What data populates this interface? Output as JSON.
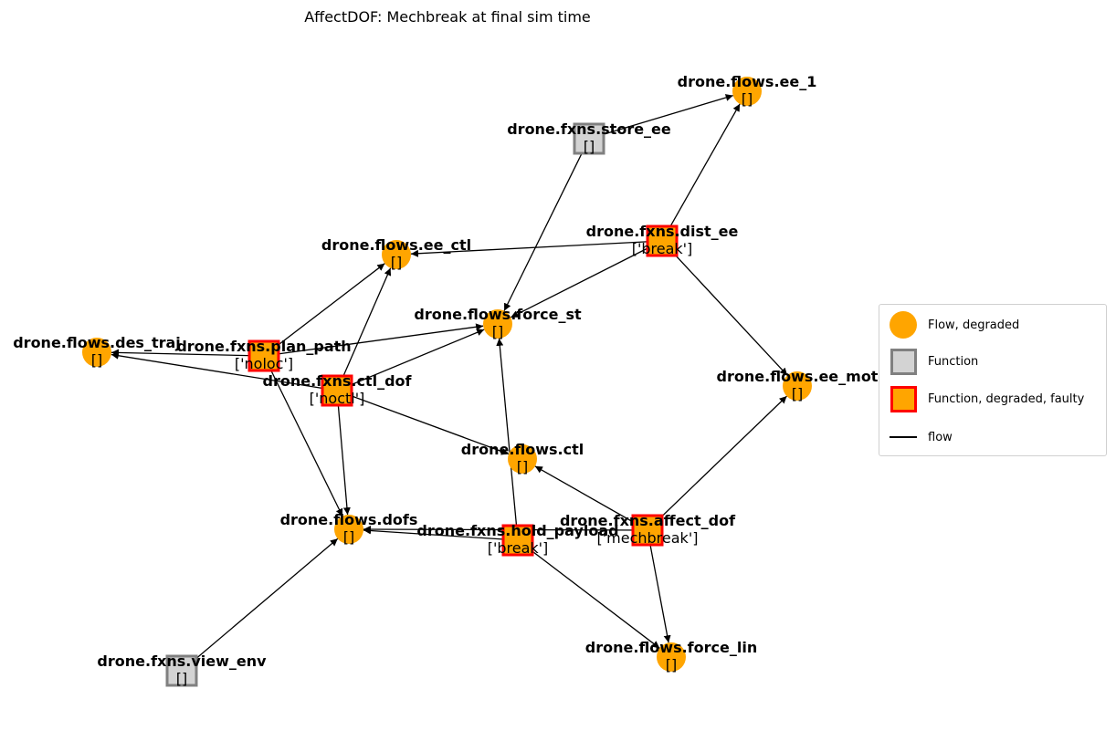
{
  "title": "AffectDOF: Mechbreak at final sim time",
  "colors": {
    "flow_fill": "#ffa500",
    "function_fill": "#d3d3d3",
    "function_edge": "#808080",
    "faulty_fill": "#ffa500",
    "faulty_edge": "#ff0000",
    "edge": "#000000"
  },
  "nodes": [
    {
      "id": "ee_1",
      "name": "drone.flows.ee_1",
      "value": "[]",
      "kind": "flow"
    },
    {
      "id": "store_ee",
      "name": "drone.fxns.store_ee",
      "value": "[]",
      "kind": "function"
    },
    {
      "id": "dist_ee",
      "name": "drone.fxns.dist_ee",
      "value": "['break']",
      "kind": "faulty"
    },
    {
      "id": "ee_ctl",
      "name": "drone.flows.ee_ctl",
      "value": "[]",
      "kind": "flow"
    },
    {
      "id": "force_st",
      "name": "drone.flows.force_st",
      "value": "[]",
      "kind": "flow"
    },
    {
      "id": "des_traj",
      "name": "drone.flows.des_traj",
      "value": "[]",
      "kind": "flow"
    },
    {
      "id": "plan_path",
      "name": "drone.fxns.plan_path",
      "value": "['noloc']",
      "kind": "faulty"
    },
    {
      "id": "ctl_dof",
      "name": "drone.fxns.ctl_dof",
      "value": "['noctl']",
      "kind": "faulty"
    },
    {
      "id": "ee_mot",
      "name": "drone.flows.ee_mot",
      "value": "[]",
      "kind": "flow"
    },
    {
      "id": "ctl",
      "name": "drone.flows.ctl",
      "value": "[]",
      "kind": "flow"
    },
    {
      "id": "dofs",
      "name": "drone.flows.dofs",
      "value": "[]",
      "kind": "flow"
    },
    {
      "id": "hold_payload",
      "name": "drone.fxns.hold_payload",
      "value": "['break']",
      "kind": "faulty"
    },
    {
      "id": "affect_dof",
      "name": "drone.fxns.affect_dof",
      "value": "['mechbreak']",
      "kind": "faulty"
    },
    {
      "id": "force_lin",
      "name": "drone.flows.force_lin",
      "value": "[]",
      "kind": "flow"
    },
    {
      "id": "view_env",
      "name": "drone.fxns.view_env",
      "value": "[]",
      "kind": "function"
    }
  ],
  "edges": [
    [
      "store_ee",
      "ee_1"
    ],
    [
      "store_ee",
      "force_st"
    ],
    [
      "dist_ee",
      "ee_1"
    ],
    [
      "dist_ee",
      "ee_ctl"
    ],
    [
      "dist_ee",
      "force_st"
    ],
    [
      "dist_ee",
      "ee_mot"
    ],
    [
      "plan_path",
      "ee_ctl"
    ],
    [
      "plan_path",
      "force_st"
    ],
    [
      "plan_path",
      "des_traj"
    ],
    [
      "plan_path",
      "dofs"
    ],
    [
      "ctl_dof",
      "ee_ctl"
    ],
    [
      "ctl_dof",
      "force_st"
    ],
    [
      "ctl_dof",
      "des_traj"
    ],
    [
      "ctl_dof",
      "ctl"
    ],
    [
      "ctl_dof",
      "dofs"
    ],
    [
      "hold_payload",
      "force_st"
    ],
    [
      "hold_payload",
      "dofs"
    ],
    [
      "hold_payload",
      "force_lin"
    ],
    [
      "affect_dof",
      "ctl"
    ],
    [
      "affect_dof",
      "ee_mot"
    ],
    [
      "affect_dof",
      "dofs"
    ],
    [
      "affect_dof",
      "force_lin"
    ],
    [
      "view_env",
      "dofs"
    ]
  ],
  "legend": [
    {
      "label": "Flow, degraded",
      "symbol": "flow"
    },
    {
      "label": "Function",
      "symbol": "function"
    },
    {
      "label": "Function, degraded, faulty",
      "symbol": "faulty"
    },
    {
      "label": "flow",
      "symbol": "edge"
    }
  ]
}
